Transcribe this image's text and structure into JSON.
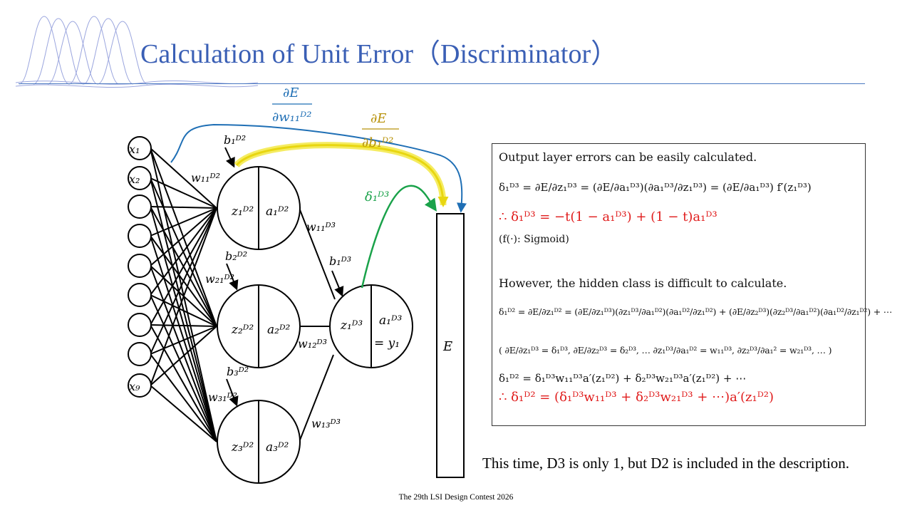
{
  "title": "Calculation of Unit Error（Discriminator）",
  "labels": {
    "x1": "x₁",
    "x2": "x₂",
    "x9": "x₉",
    "b1_d2": "b₁ᴰ²",
    "b2_d2": "b₂ᴰ²",
    "b3_d2": "b₃ᴰ²",
    "b1_d3": "b₁ᴰ³",
    "w11_d2": "w₁₁ᴰ²",
    "w21_d2": "w₂₁ᴰ²",
    "w31_d2": "w₃₁ᴰ²",
    "w11_d3": "w₁₁ᴰ³",
    "w12_d3": "w₁₂ᴰ³",
    "w13_d3": "w₁₃ᴰ³",
    "z1_d2": "z₁ᴰ²",
    "a1_d2": "a₁ᴰ²",
    "z2_d2": "z₂ᴰ²",
    "a2_d2": "a₂ᴰ²",
    "z3_d2": "z₃ᴰ²",
    "a3_d2": "a₃ᴰ²",
    "z1_d3": "z₁ᴰ³",
    "a1_d3": "a₁ᴰ³",
    "eq_y1": "= y₁",
    "error_box": "E",
    "grad_w_num": "∂E",
    "grad_w_den": "∂w₁₁ᴰ²",
    "grad_b_num": "∂E",
    "grad_b_den": "∂b₁ᴰ²",
    "delta1_d3": "δ₁ᴰ³"
  },
  "colors": {
    "title": "#3a5fb5",
    "grad_w": "#1f6fb5",
    "grad_b": "#b8920a",
    "grad_b_arrow": "#f2e62c",
    "delta": "#1aa24a",
    "emphasis": "#e01c1c"
  },
  "info": {
    "line1": "Output layer errors can be easily calculated.",
    "line2": "δ₁ᴰ³ = ∂E/∂z₁ᴰ³ = (∂E/∂a₁ᴰ³)(∂a₁ᴰ³/∂z₁ᴰ³) = (∂E/∂a₁ᴰ³) f′(z₁ᴰ³)",
    "line3": "∴ δ₁ᴰ³ = −t(1 − a₁ᴰ³) + (1 − t)a₁ᴰ³",
    "line4": "(f(·): Sigmoid)",
    "line5": "However, the hidden class is difficult to calculate.",
    "line6": "δ₁ᴰ² = ∂E/∂z₁ᴰ² = (∂E/∂z₁ᴰ³)(∂z₁ᴰ³/∂a₁ᴰ²)(∂a₁ᴰ²/∂z₁ᴰ²) + (∂E/∂z₂ᴰ³)(∂z₂ᴰ³/∂a₁ᴰ²)(∂a₁ᴰ²/∂z₁ᴰ²) + ⋯",
    "line7": "( ∂E/∂z₁ᴰ³ = δ₁ᴰ³, ∂E/∂z₂ᴰ³ = δ₂ᴰ³, … ∂z₁ᴰ³/∂a₁ᴰ² = w₁₁ᴰ³, ∂z₂ᴰ³/∂a₁² = w₂₁ᴰ³, … )",
    "line8": "δ₁ᴰ² = δ₁ᴰ³w₁₁ᴰ³a′(z₁ᴰ²) + δ₂ᴰ³w₂₁ᴰ³a′(z₁ᴰ²) + ⋯",
    "line9": "∴ δ₁ᴰ² = (δ₁ᴰ³w₁₁ᴰ³ + δ₂ᴰ³w₂₁ᴰ³ + ⋯)a′(z₁ᴰ²)"
  },
  "note": "This time, D3 is only 1, but D2 is included in the description.",
  "footer": "The 29th LSI Design Contest 2026"
}
